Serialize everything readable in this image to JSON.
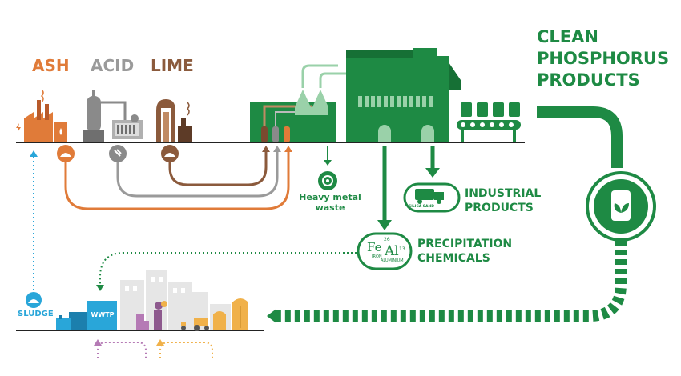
{
  "labels": {
    "ash": "ASH",
    "acid": "ACID",
    "lime": "LIME",
    "clean_line1": "CLEAN",
    "clean_line2": "PHOSPHORUS",
    "clean_line3": "PRODUCTS",
    "heavy_line1": "Heavy metal",
    "heavy_line2": "waste",
    "industrial_line1": "INDUSTRIAL",
    "industrial_line2": "PRODUCTS",
    "precipitation_line1": "PRECIPITATION",
    "precipitation_line2": "CHEMICALS",
    "sludge": "SLUDGE",
    "wwtp": "WWTP",
    "fe": "Fe",
    "fe_name": "IRON",
    "al": "Al",
    "al_num": "26",
    "al_num2": "13",
    "al_name": "ALUMINIUM",
    "silica": "SILICA SAND"
  },
  "colors": {
    "green": "#1e8a44",
    "orange": "#e07b39",
    "gray": "#9a9a9a",
    "brown": "#8b5a3c",
    "blue": "#29a6d9",
    "purple": "#b57ab5",
    "yellow": "#f0b14a"
  },
  "icons": [
    "factory-icon",
    "acid-plant-icon",
    "lime-kiln-icon",
    "phosphorus-plant-icon",
    "conveyor-icon",
    "fertilizer-bag-icon",
    "hazard-icon",
    "truck-icon",
    "wwtp-icon",
    "city-icon",
    "toilet-icon",
    "tractor-icon",
    "silo-icon"
  ]
}
